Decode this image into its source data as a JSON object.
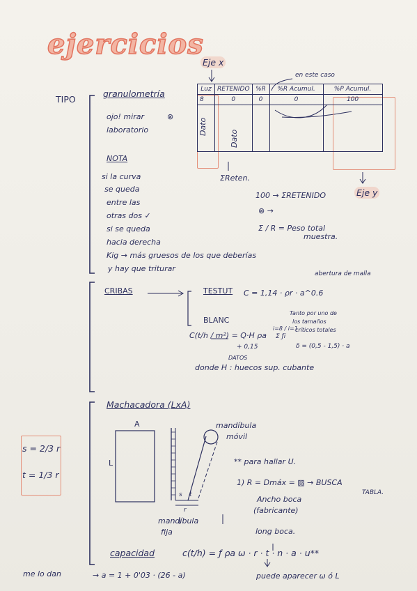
{
  "title": "ejercicios",
  "tipo_label": "TIPO",
  "granulometria": {
    "heading": "granulometría",
    "ojo": "ojo! mirar",
    "ojo_mark": "⊗",
    "laboratorio": "laboratorio",
    "nota": "NOTA",
    "nota_lines": [
      "si la curva",
      "se queda",
      "entre las",
      "otras dos ✓",
      "si se queda",
      "hacia derecha",
      "Kig → más gruesos de los que deberías",
      "y hay que triturar"
    ],
    "eje_x": "Eje x",
    "eje_y": "Eje y",
    "en_este_caso": "en este caso",
    "table_headers": [
      "Luz",
      "RETENIDO",
      "%R",
      "%R Acumul.",
      "%P Acumul."
    ],
    "table_row": [
      "8",
      "0",
      "0",
      "0",
      "100"
    ],
    "dato_1": "Dato",
    "dato_2": "Dato",
    "sum_reten": "ΣReten.",
    "note_100": "100 → ΣRETENIDO",
    "note_x": "⊗ →",
    "note_r": "Σ / R = Peso total",
    "note_muestra": "muestra."
  },
  "cribas": {
    "heading": "CRIBAS",
    "testut": "TESTUT",
    "testut_formula": "C = 1,14 · ρr · a^0.6",
    "abertura": "abertura de malla",
    "tanto": "Tanto por uno de",
    "tanto2": "los tamaños",
    "tanto3": "críticos totales",
    "blanc": "BLANC",
    "blanc_formula_left": "C(t/h / m²) = Q·H ρa",
    "blanc_sum": "Σ ƒi",
    "blanc_sum_limits": "i=8 / i=1",
    "blanc_div": "+ 0,15",
    "delta": "δ = (0,5 - 1,5) · a",
    "datos": "DATOS",
    "donde": "donde H : huecos sup. cubante"
  },
  "machacadora": {
    "heading": "Machacadora (LxA)",
    "label_a": "A",
    "label_l": "L",
    "label_s": "s",
    "label_t": "t",
    "label_r": "r",
    "mandibula_movil": "mandíbula",
    "mandibula_movil2": "móvil",
    "mandibula_fija": "mandíbula",
    "mandibula_fija2": "fija",
    "s_formula": "s = 2/3 r",
    "t_formula": "t = 1/3 r",
    "para_hallar": "** para hallar U.",
    "eq1": "1) R = Dmáx = ▨ → BUSCA",
    "tabla": "TABLA.",
    "ancho_boca": "Ancho boca",
    "fabricante": "(fabricante)",
    "long_boca": "long boca.",
    "capacidad_label": "capacidad",
    "capacidad_formula": "c(t/h) = ƒ ρa ω · r · t · n · a · u**",
    "me_lo_dan": "me lo dan",
    "a_formula": "→ a = 1 + 0'03 · (26 - a)",
    "puede": "puede aparecer ω ó L"
  },
  "colors": {
    "ink": "#2c2f5e",
    "highlight": "#e48e78",
    "title_fill": "#f3b5a3"
  }
}
